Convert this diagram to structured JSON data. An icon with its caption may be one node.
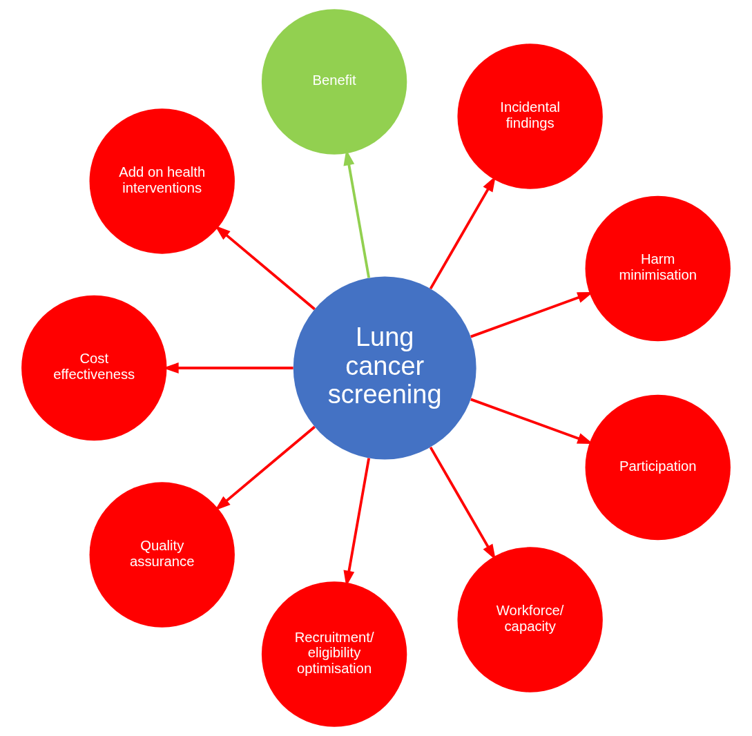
{
  "diagram": {
    "nodes": [
      {
        "text": [
          "Lung cancer screening"
        ]
      },
      {
        "text": [
          "Harm minimisation"
        ]
      },
      {
        "text": [
          "Incidental findings"
        ]
      },
      {
        "text": [
          "Benefit"
        ]
      },
      {
        "text": [
          "Add on health interventions"
        ]
      },
      {
        "text": [
          "Cost effectiveness"
        ]
      },
      {
        "text": [
          "Quality assurance"
        ]
      },
      {
        "text": [
          "Recruitment/ eligibility optimisation"
        ]
      },
      {
        "text": [
          "Workforce/ capacity"
        ]
      },
      {
        "text": [
          "Participation"
        ]
      }
    ],
    "edges": [
      {
        "from": 0,
        "to": 1,
        "arrow": "to"
      },
      {
        "from": 0,
        "to": 3,
        "arrow": "to",
        "color": "#92d050"
      },
      {
        "from": 0,
        "to": 5,
        "arrow": "to"
      },
      {
        "from": 0,
        "to": 7,
        "arrow": "to"
      },
      {
        "from": 0,
        "to": 9,
        "arrow": "to"
      },
      {
        "from": 0,
        "to": 8,
        "arrow": "to"
      },
      {
        "from": 0,
        "to": 6,
        "arrow": "to"
      },
      {
        "from": 0,
        "to": 4,
        "arrow": "to"
      },
      {
        "from": 0,
        "to": 2,
        "arrow": "to"
      }
    ]
  }
}
